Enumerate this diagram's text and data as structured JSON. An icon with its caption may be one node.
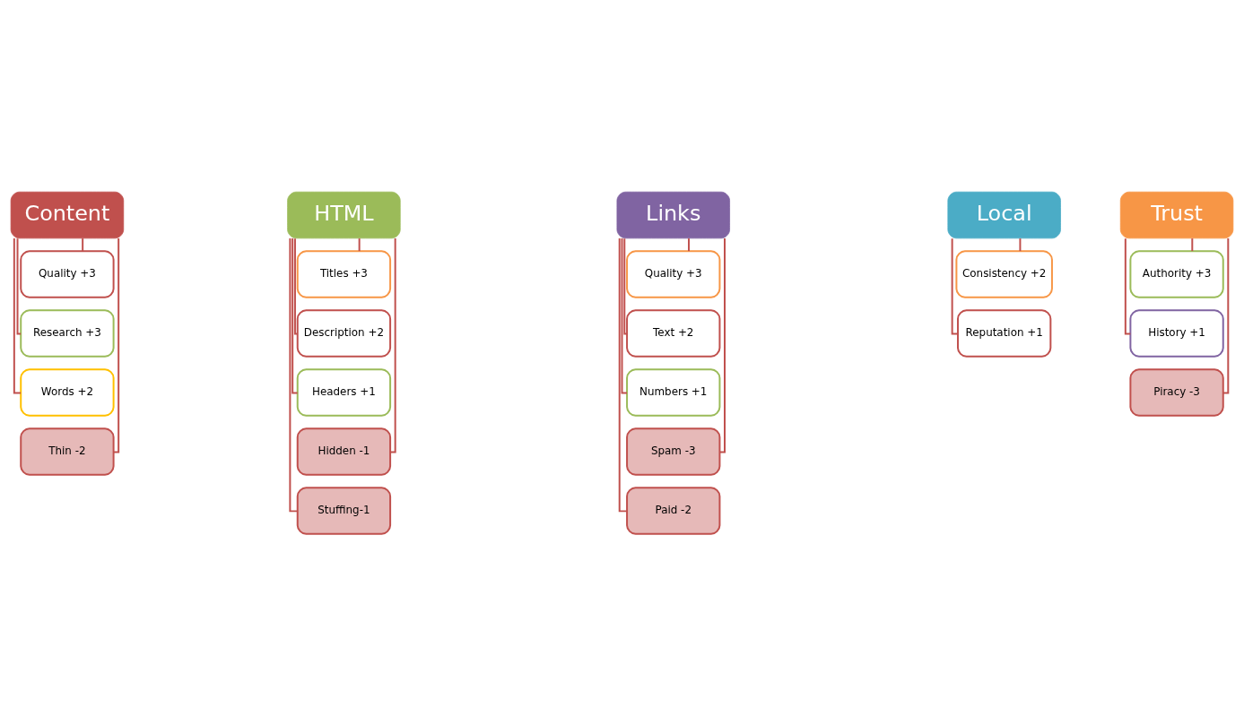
{
  "diagram": {
    "nodes": [
      {
        "text": [
          "Content"
        ]
      },
      {
        "text": [
          "Quality +3"
        ]
      },
      {
        "text": [
          "Research +3"
        ]
      },
      {
        "text": [
          "Words +2"
        ]
      },
      {
        "text": [
          "Thin -2"
        ]
      },
      {
        "text": [
          "HTML"
        ]
      },
      {
        "text": [
          "Titles +3"
        ]
      },
      {
        "text": [
          "Description +2"
        ]
      },
      {
        "text": [
          "Headers +1"
        ]
      },
      {
        "text": [
          "Hidden -1"
        ]
      },
      {
        "text": [
          "Stuffing-1"
        ]
      },
      {
        "text": [
          "Links"
        ]
      },
      {
        "text": [
          "Quality +3"
        ]
      },
      {
        "text": [
          "Text +2"
        ]
      },
      {
        "text": [
          "Numbers +1"
        ]
      },
      {
        "text": [
          "Spam -3"
        ]
      },
      {
        "text": [
          "Paid -2"
        ]
      },
      {
        "text": [
          "Local"
        ]
      },
      {
        "text": [
          "Consistency +2"
        ]
      },
      {
        "text": [
          "Reputation +1"
        ]
      },
      {
        "text": [
          "Trust"
        ]
      },
      {
        "text": [
          "Authority +3"
        ]
      },
      {
        "text": [
          "History +1"
        ]
      },
      {
        "text": [
          "Piracy -3"
        ]
      }
    ],
    "edges": [
      {
        "from": 0,
        "to": 1,
        "arrow": "none"
      },
      {
        "from": 0,
        "to": 2,
        "arrow": "none"
      },
      {
        "from": 0,
        "to": 3,
        "arrow": "none"
      },
      {
        "from": 0,
        "to": 4,
        "arrow": "none"
      },
      {
        "from": 5,
        "to": 6,
        "arrow": "none"
      },
      {
        "from": 5,
        "to": 7,
        "arrow": "none"
      },
      {
        "from": 5,
        "to": 8,
        "arrow": "none"
      },
      {
        "from": 5,
        "to": 9,
        "arrow": "none"
      },
      {
        "from": 5,
        "to": 10,
        "arrow": "none"
      },
      {
        "from": 11,
        "to": 12,
        "arrow": "none"
      },
      {
        "from": 11,
        "to": 13,
        "arrow": "none"
      },
      {
        "from": 11,
        "to": 14,
        "arrow": "none"
      },
      {
        "from": 11,
        "to": 15,
        "arrow": "none"
      },
      {
        "from": 11,
        "to": 16,
        "arrow": "none"
      },
      {
        "from": 17,
        "to": 18,
        "arrow": "none"
      },
      {
        "from": 17,
        "to": 19,
        "arrow": "none"
      },
      {
        "from": 20,
        "to": 21,
        "arrow": "none"
      },
      {
        "from": 20,
        "to": 22,
        "arrow": "none"
      },
      {
        "from": 20,
        "to": 23,
        "arrow": "none"
      }
    ]
  }
}
